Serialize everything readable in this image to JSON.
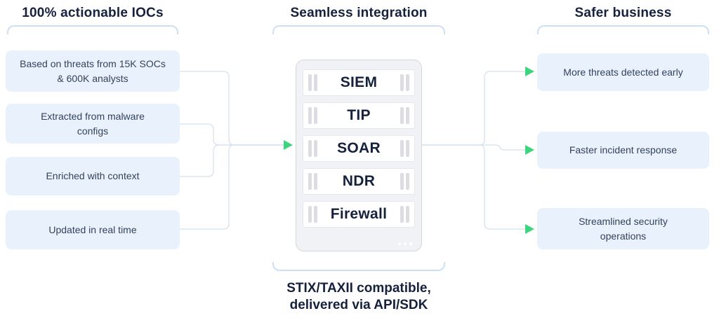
{
  "columns": {
    "left": {
      "heading": "100% actionable IOCs",
      "items": [
        "Based on threats from 15K SOCs & 600K analysts",
        "Extracted from malware configs",
        "Enriched with context",
        "Updated in real time"
      ]
    },
    "middle": {
      "heading": "Seamless integration",
      "server_rows": [
        "SIEM",
        "TIP",
        "SOAR",
        "NDR",
        "Firewall"
      ],
      "caption": "STIX/TAXII compatible,\ndelivered via API/SDK"
    },
    "right": {
      "heading": "Safer business",
      "items": [
        "More threats detected early",
        "Faster incident response",
        "Streamlined security operations"
      ]
    }
  },
  "colors": {
    "heading_text": "#16213e",
    "box_bg": "#e9f2fc",
    "box_text": "#33415c",
    "connector": "#dbe5f0",
    "bracket": "#cfdff3",
    "arrow_green": "#3ed47e",
    "server_bg": "#f1f2f5",
    "server_border": "#d6d7dc",
    "row_bg": "#ffffff",
    "row_text": "#16213e"
  }
}
